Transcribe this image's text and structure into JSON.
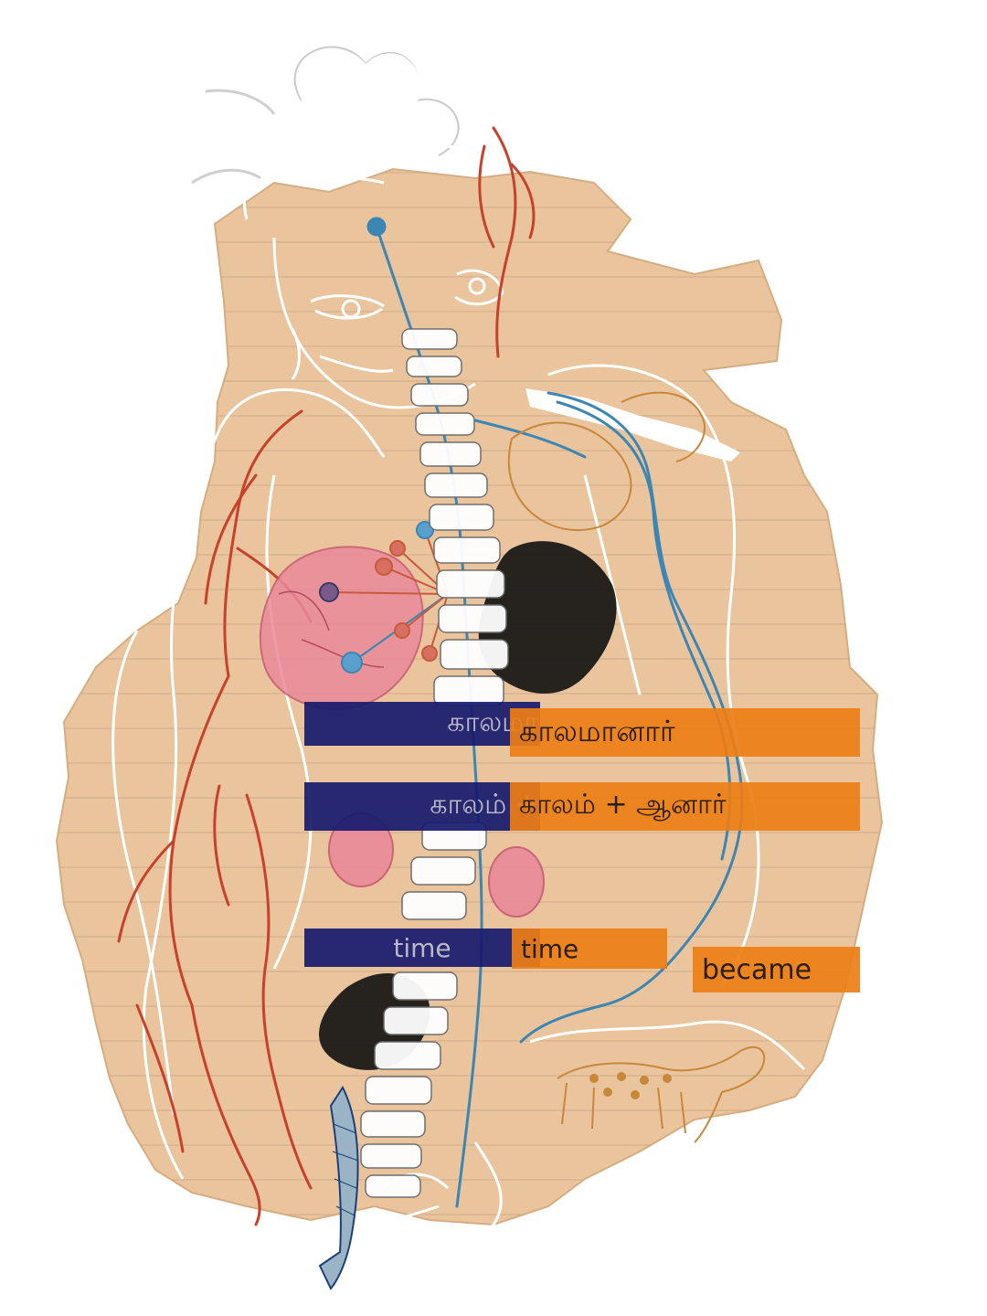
{
  "colors": {
    "paper": "#e9c49d",
    "navy_label": "#181c6e",
    "orange_label": "#ec7e16",
    "red_vein": "#c8412b",
    "blue_vein": "#3d86b4",
    "white_outline": "#ffffff"
  },
  "labels": {
    "row1_navy": "காலமா",
    "row1_orange": "காலமானார்",
    "row2_navy": "காலம் +",
    "row2_orange": "காலம் + ஆனார்",
    "row3_navy": "time",
    "row3_orange": "time",
    "row3_became": "became"
  },
  "icons": {
    "figure": "crouching-figure-illustration",
    "spine": "spine-illustration",
    "fish": "fish-illustration",
    "deer": "spotted-deer-illustration"
  }
}
